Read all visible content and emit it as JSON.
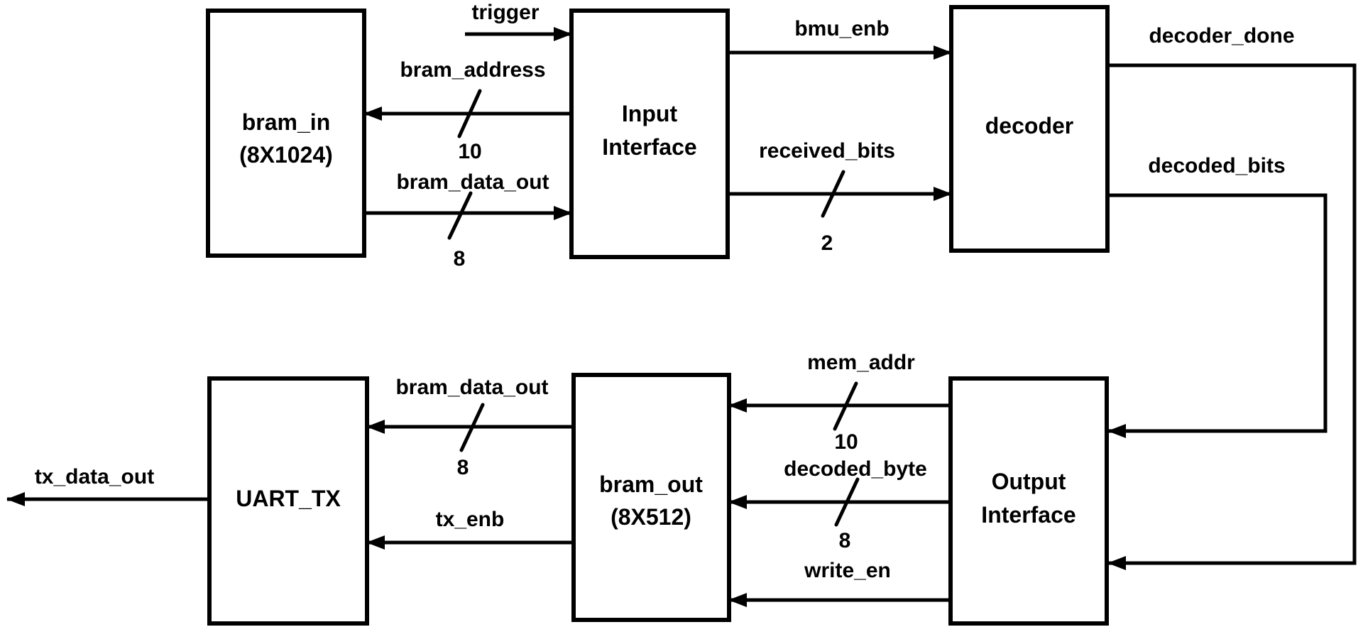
{
  "colors": {
    "background": "#ffffff",
    "line": "#000000",
    "text": "#000000"
  },
  "blocks": {
    "bram_in": {
      "title": "bram_in",
      "subtitle": "(8X1024)"
    },
    "input_interface": {
      "title_line1": "Input",
      "title_line2": "Interface"
    },
    "decoder": {
      "title": "decoder"
    },
    "uart_tx": {
      "title": "UART_TX"
    },
    "bram_out": {
      "title": "bram_out",
      "subtitle": "(8X512)"
    },
    "output_interface": {
      "title_line1": "Output",
      "title_line2": "Interface"
    }
  },
  "signals": {
    "trigger": {
      "name": "trigger"
    },
    "bram_address": {
      "name": "bram_address",
      "bus_width": "10"
    },
    "bram_data_out_top": {
      "name": "bram_data_out",
      "bus_width": "8"
    },
    "bmu_enb": {
      "name": "bmu_enb"
    },
    "received_bits": {
      "name": "received_bits",
      "bus_width": "2"
    },
    "decoder_done": {
      "name": "decoder_done"
    },
    "decoded_bits": {
      "name": "decoded_bits"
    },
    "mem_addr": {
      "name": "mem_addr",
      "bus_width": "10"
    },
    "decoded_byte": {
      "name": "decoded_byte",
      "bus_width": "8"
    },
    "write_en": {
      "name": "write_en"
    },
    "bram_data_out_bottom": {
      "name": "bram_data_out",
      "bus_width": "8"
    },
    "tx_enb": {
      "name": "tx_enb"
    },
    "tx_data_out": {
      "name": "tx_data_out"
    }
  }
}
